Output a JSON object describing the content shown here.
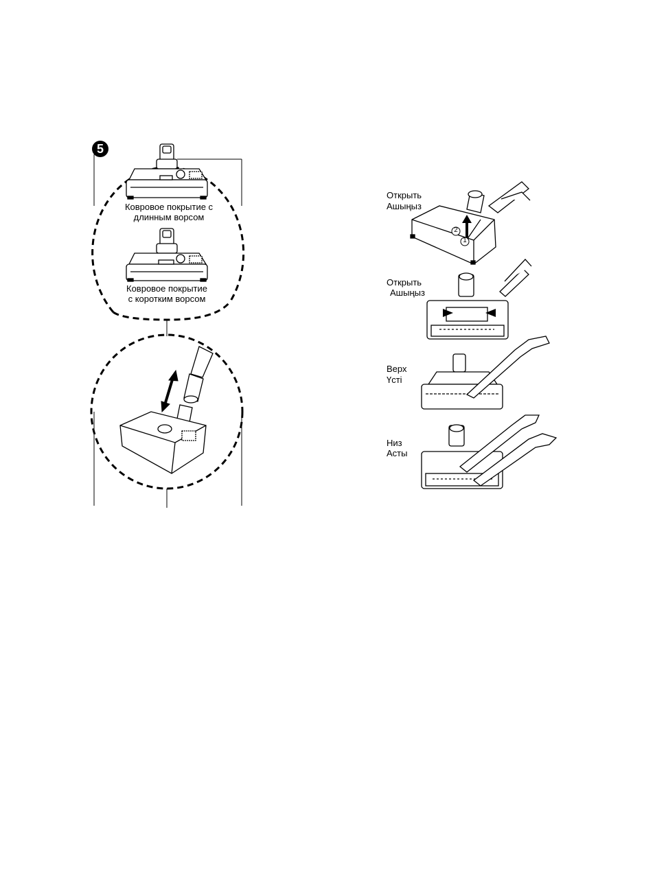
{
  "step_number": "5",
  "setting_long": {
    "line1": "Ковровое покрытие с",
    "line2": "длинным ворсом"
  },
  "setting_short": {
    "line1": "Ковровое покрытие",
    "line2": "с коротким ворсом"
  },
  "instructions": [
    {
      "line1": "Открыть",
      "line2": "Ашыңыз"
    },
    {
      "line1": "Открыть",
      "line2": "Ашыңыз"
    },
    {
      "line1": "Верх",
      "line2": "Үсті"
    },
    {
      "line1": "Низ",
      "line2": "Асты"
    }
  ],
  "markers": {
    "one": "1",
    "two": "2"
  }
}
